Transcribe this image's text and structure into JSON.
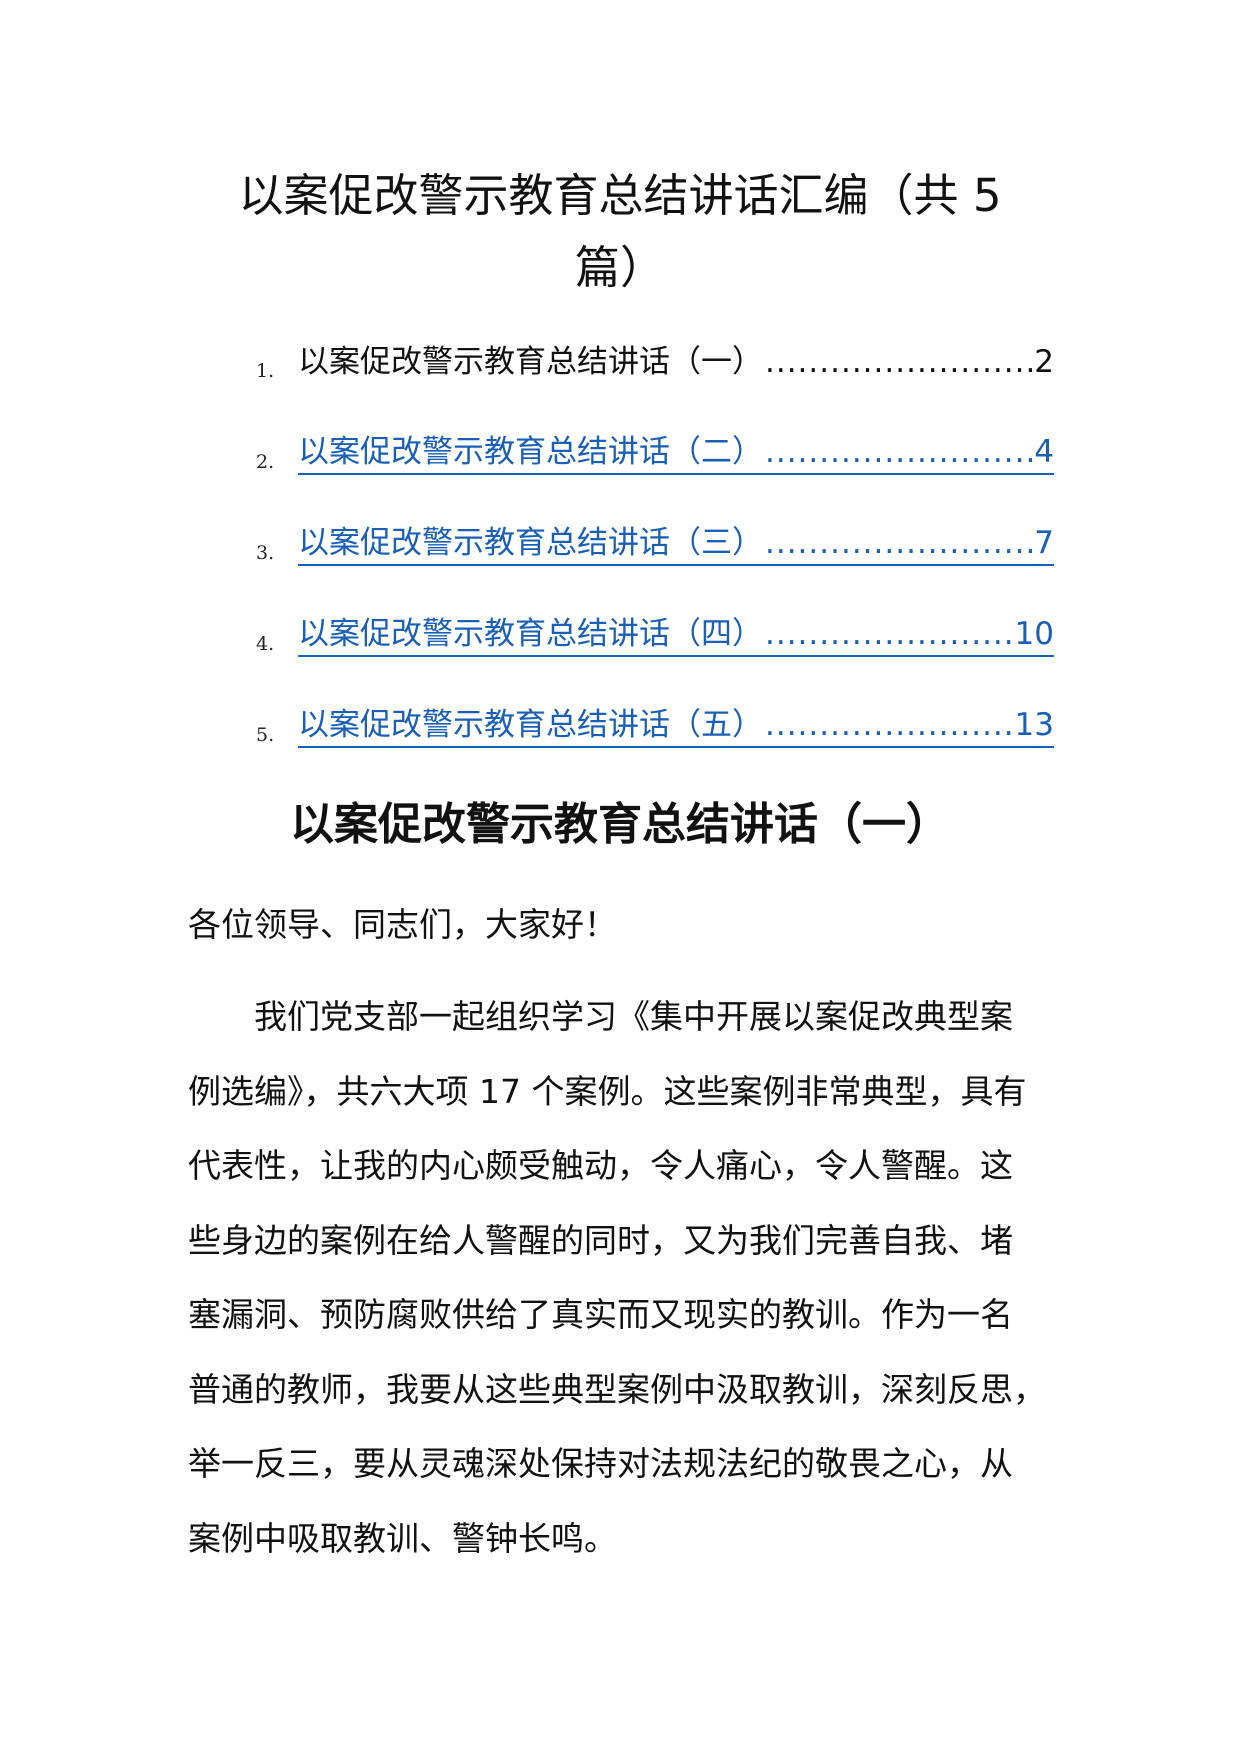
{
  "document": {
    "title_line1": "以案促改警示教育总结讲话汇编（共 5",
    "title_line2": "篇）"
  },
  "toc": [
    {
      "num": "1.",
      "text": "以案促改警示教育总结讲话（一）",
      "dots": "......................................",
      "page": "2",
      "link": false
    },
    {
      "num": "2.",
      "text": "以案促改警示教育总结讲话（二）",
      "dots": "......................................",
      "page": "4",
      "link": true
    },
    {
      "num": "3.",
      "text": "以案促改警示教育总结讲话（三）",
      "dots": "......................................",
      "page": "7",
      "link": true
    },
    {
      "num": "4.",
      "text": "以案促改警示教育总结讲话（四）",
      "dots": "......................................",
      "page": "10",
      "link": true
    },
    {
      "num": "5.",
      "text": "以案促改警示教育总结讲话（五）",
      "dots": "......................................",
      "page": "13",
      "link": true
    }
  ],
  "section": {
    "title": "以案促改警示教育总结讲话（一）",
    "greeting": "各位领导、同志们，大家好！",
    "paragraph_lines": [
      "我们党支部一起组织学习《集中开展以案促改典型案",
      "例选编》，共六大项 17 个案例。这些案例非常典型，具有",
      "代表性，让我的内心颇受触动，令人痛心，令人警醒。这",
      "些身边的案例在给人警醒的同时，又为我们完善自我、堵",
      "塞漏洞、预防腐败供给了真实而又现实的教训。作为一名",
      "普通的教师，我要从这些典型案例中汲取教训，深刻反思，",
      "举一反三，要从灵魂深处保持对法规法纪的敬畏之心，从",
      "案例中吸取教训、警钟长鸣。"
    ]
  },
  "colors": {
    "text": "#111111",
    "link": "#1a5fb4",
    "background": "#ffffff"
  }
}
